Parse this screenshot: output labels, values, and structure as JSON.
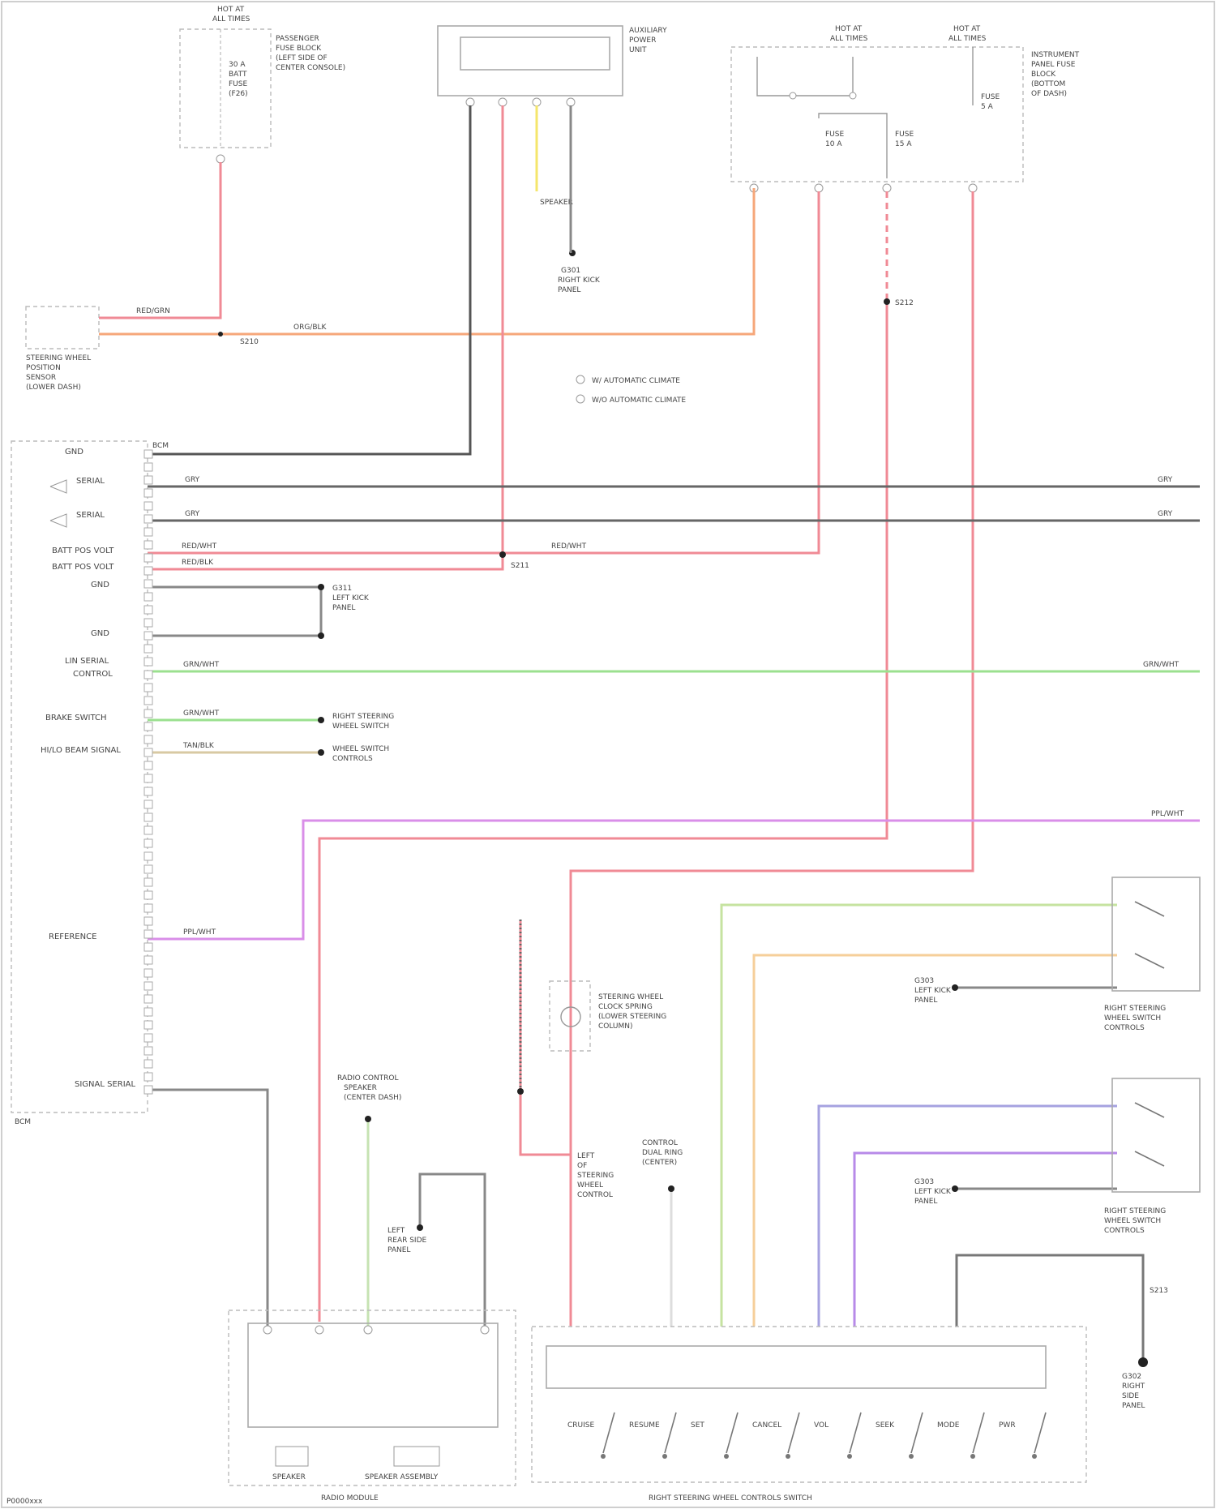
{
  "diagram": {
    "figure_id": "P0000xxx",
    "ignition_labels": {
      "left": [
        "HOT AT",
        "ALL TIMES"
      ],
      "center": [
        "HOT AT",
        "ALL TIMES"
      ],
      "right": [
        "HOT AT",
        "ALL TIMES"
      ]
    },
    "components": {
      "fuse_block_left": [
        "PASSENGER",
        "FUSE BLOCK",
        "(LEFT SIDE OF",
        "CENTER CONSOLE)"
      ],
      "fuse_block_left_fuse": [
        "30 A",
        "BATT",
        "FUSE",
        "(F26)"
      ],
      "power_unit": [
        "AUXILIARY",
        "POWER",
        "UNIT"
      ],
      "instrument_fuse_block": [
        "INSTRUMENT",
        "PANEL FUSE",
        "BLOCK",
        "(BOTTOM",
        "OF DASH)"
      ],
      "ip_fuse_a": [
        "FUSE",
        "5 A"
      ],
      "ip_fuse_b": [
        "FUSE",
        "10 A"
      ],
      "ip_fuse_c": [
        "FUSE",
        "15 A"
      ],
      "sdm": [
        "STEERING WHEEL",
        "POSITION",
        "SENSOR",
        "(LOWER DASH)"
      ],
      "body_control": "BCM",
      "bcm_box_label": "BCM",
      "steering_clock_spring": [
        "STEERING WHEEL",
        "CLOCK SPRING",
        "(LOWER STEERING",
        "COLUMN)"
      ],
      "lower_steering_control": [
        "LEFT",
        "OF",
        "STEERING",
        "WHEEL",
        "CONTROL"
      ],
      "right_rear_panel": [
        "LEFT",
        "REAR SIDE",
        "PANEL"
      ],
      "radio_control": [
        "RADIO CONTROL",
        "SPEAKER",
        "(CENTER DASH)"
      ],
      "cruise_control": [
        "CONTROL",
        "DUAL RING",
        "(CENTER)"
      ],
      "right_control_switch": [
        "RIGHT STEERING",
        "WHEEL SWITCH",
        "CONTROLS"
      ],
      "right_control_switch_2": [
        "RIGHT STEERING",
        "WHEEL SWITCH",
        "CONTROLS"
      ],
      "left_control_switch": "STEERING WHEEL CONTROLS",
      "radio_module": "RADIO MODULE",
      "steering_switch_module": "RIGHT STEERING WHEEL CONTROLS SWITCH",
      "ground_left_kick": [
        "G303",
        "LEFT KICK",
        "PANEL"
      ],
      "ground_left_kick_2": [
        "G303",
        "LEFT KICK",
        "PANEL"
      ],
      "ground_lower_right": [
        "G311",
        "LEFT KICK",
        "PANEL"
      ],
      "ground_top": [
        "G301",
        "RIGHT KICK",
        "PANEL"
      ],
      "ground_center_sdm": [
        "G302",
        "RIGHT",
        "SIDE",
        "PANEL"
      ],
      "gray_connector": "SPEAKER",
      "speaker_left": "SPEAKER",
      "speaker_right": "SPEAKER ASSEMBLY"
    },
    "bcm_pins": [
      "GND",
      "SERIAL",
      "SERIAL",
      "BATT POS VOLT",
      "BATT POS VOLT",
      "GND",
      "GND",
      "LIN SERIAL",
      "CONTROL",
      "BRAKE SWITCH",
      "HI/LO BEAM SIGNAL",
      "REFERENCE",
      "SIGNAL SERIAL"
    ],
    "legend": [
      "W/ AUTOMATIC CLIMATE",
      "W/O AUTOMATIC CLIMATE"
    ],
    "wire_labels": {
      "red_left": "RED/GRN",
      "orange_long": "ORG/BLK",
      "gray_bus_1": "GRY",
      "gray_bus_2": "GRY",
      "red_bus_1": "RED/WHT",
      "red_bus_2": "RED/BLK",
      "green_bus": "GRN/WHT",
      "purple_bus": "PPL/WHT",
      "green_short": "GRN/WHT",
      "tan_short": "TAN/BLK",
      "splice_1": "S210",
      "splice_2": "S211",
      "splice_3": "S212",
      "splice_4": "S213"
    },
    "switch_labels": [
      "CRUISE",
      "RESUME",
      "SET",
      "CANCEL",
      "VOL",
      "SEEK",
      "MODE",
      "PWR"
    ]
  }
}
